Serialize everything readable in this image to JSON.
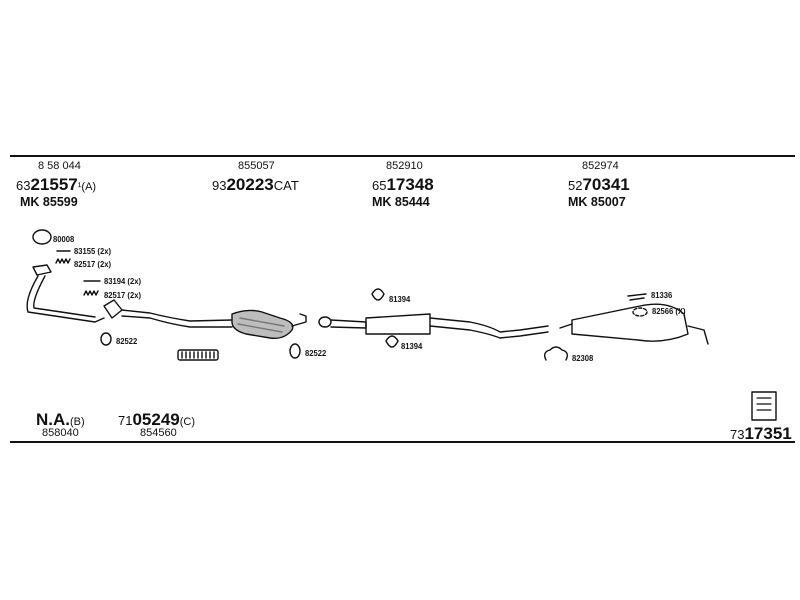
{
  "groups": [
    {
      "code": "8 58 044",
      "ref_prefix": "63",
      "ref_main": "21557",
      "ref_suffix": "¹(A)",
      "mk": "MK  85599"
    },
    {
      "code": "855057",
      "ref_prefix": "93",
      "ref_main": "20223",
      "ref_suffix": "CAT",
      "mk": ""
    },
    {
      "code": "852910",
      "ref_prefix": "65",
      "ref_main": "17348",
      "ref_suffix": "",
      "mk": "MK  85444"
    },
    {
      "code": "852974",
      "ref_prefix": "52",
      "ref_main": "70341",
      "ref_suffix": "",
      "mk": "MK  85007"
    }
  ],
  "labels": {
    "l80008": "80008",
    "l83155": "83155 (2x)",
    "l82517a": "82517 (2x)",
    "l83194": "83194 (2x)",
    "l82517b": "82517 (2x)",
    "l82522a": "82522",
    "l82522b": "82522",
    "l81394a": "81394",
    "l81394b": "81394",
    "l81336": "81336",
    "l82566": "82566 (X)",
    "l82308": "82308"
  },
  "bottom": {
    "na_main": "N.A.",
    "na_suffix": "(B)",
    "na_code": "858040",
    "ref2_prefix": "71",
    "ref2_main": "05249",
    "ref2_suffix": "(C)",
    "ref2_code": "854560",
    "total_prefix": "73",
    "total_main": "17351"
  },
  "colors": {
    "ink": "#111111",
    "paper": "#ffffff",
    "shade": "#9a9a9a"
  }
}
